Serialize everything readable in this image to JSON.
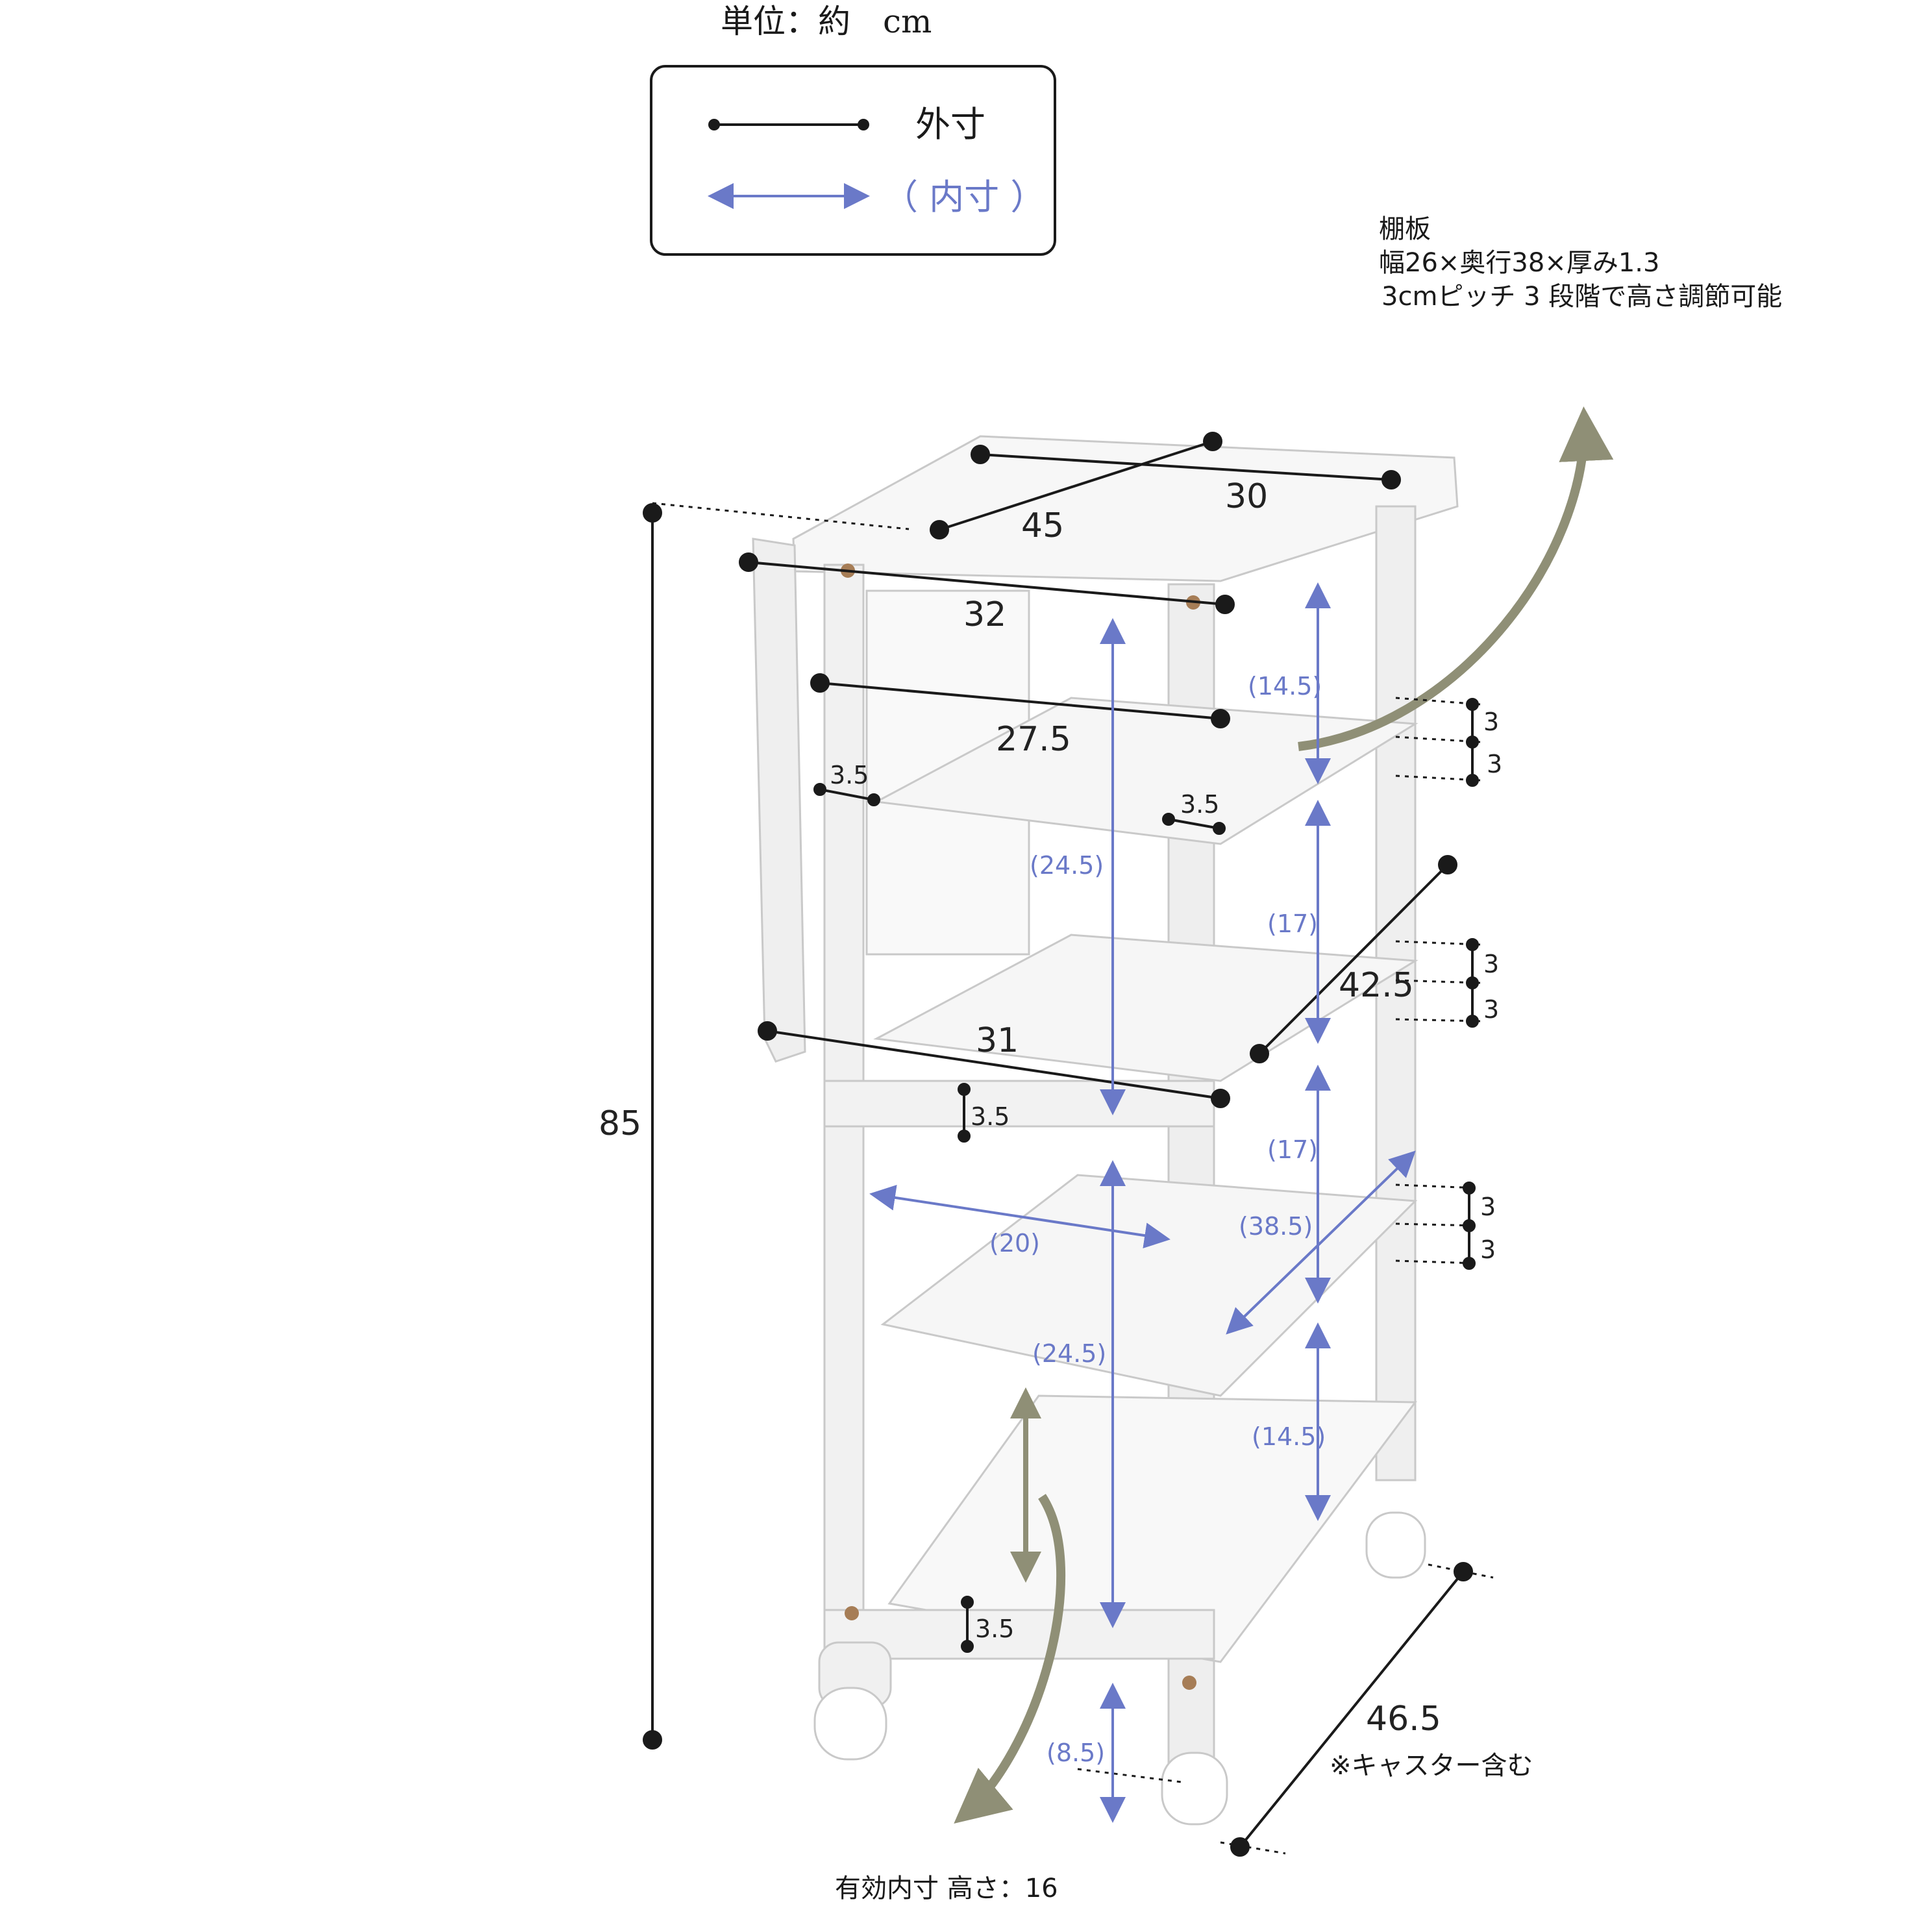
{
  "unit_label": "単位：約　cm",
  "legend": {
    "outer_label": "外寸",
    "inner_label": "（ 内寸 ）",
    "outer_color": "#1a1a1a",
    "inner_color": "#6a79c8"
  },
  "shelf_note": {
    "line1": "棚板",
    "line2": "幅26×奥行38×厚み1.3",
    "line3": "3cmピッチ 3 段階で高さ調節可能"
  },
  "bottom_note": "有効内寸 高さ：16",
  "caster_note": "※キャスター含む",
  "arrow_color": "#8f8f76",
  "product_color": "#f4f4f4",
  "outer_dims": {
    "top_width": "30",
    "top_depth": "45",
    "leaf_width": "32",
    "upper_width": "27.5",
    "lower_width": "31",
    "depth_mid": "42.5",
    "height": "85",
    "base_depth": "46.5",
    "rail_left": "3.5",
    "rail_right": "3.5",
    "rail_mid": "3.5",
    "rail_bottom": "3.5",
    "pitch_1a": "3",
    "pitch_1b": "3",
    "pitch_2a": "3",
    "pitch_2b": "3",
    "pitch_3a": "3",
    "pitch_3b": "3"
  },
  "inner_dims": {
    "upper_height": "(14.5)",
    "mid1_height": "(17)",
    "mid2_height": "(17)",
    "lower_height": "(14.5)",
    "left_upper": "(24.5)",
    "left_lower": "(24.5)",
    "width": "(20)",
    "depth": "(38.5)",
    "base_clearance": "(8.5)"
  }
}
